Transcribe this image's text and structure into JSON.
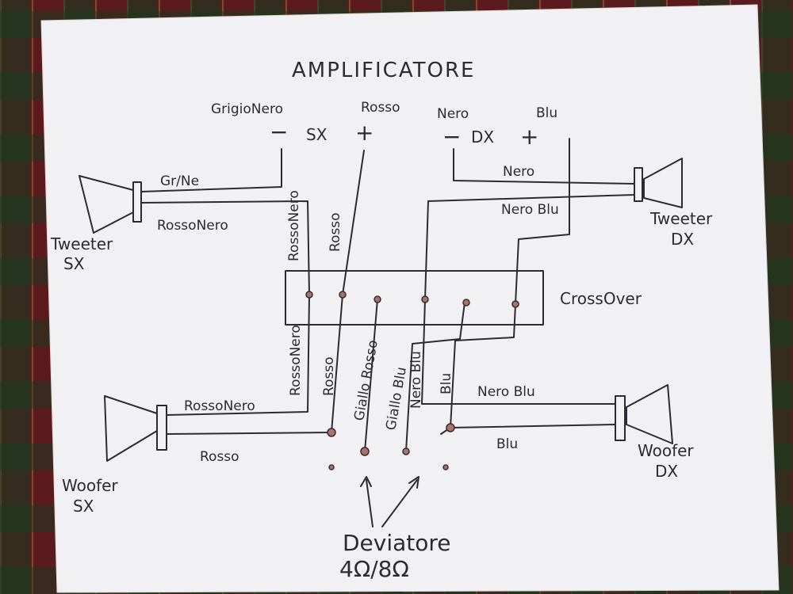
{
  "title": "AMPLIFICATORE",
  "amp_terminals": {
    "left_neg_label": "GrigioNero",
    "left_minus": "−",
    "left_channel": "SX",
    "left_plus": "+",
    "left_pos_label": "Rosso",
    "right_neg_label": "Nero",
    "right_minus": "−",
    "right_channel": "DX",
    "right_plus": "+",
    "right_pos_label": "Blu"
  },
  "speakers": {
    "tweeter_sx": [
      "Tweeter",
      "SX"
    ],
    "tweeter_dx": [
      "Tweeter",
      "DX"
    ],
    "woofer_sx": [
      "Woofer",
      "SX"
    ],
    "woofer_dx": [
      "Woofer",
      "DX"
    ]
  },
  "crossover_label": "CrossOver",
  "wire_labels": {
    "grne": "Gr/Ne",
    "rossonero_tw_sx": "RossoNero",
    "nero_tw_dx": "Nero",
    "nero_blu_tw_dx": "Nero Blu",
    "rossonero_v1": "RossoNero",
    "rosso_v1": "Rosso",
    "rossonero_v2": "RossoNero",
    "rosso_v2": "Rosso",
    "giallo_rosso": "Giallo Rosso",
    "giallo_blu": "Giallo Blu",
    "nero_blu_v": "Nero Blu",
    "blu_v": "Blu",
    "rossonero_wf_sx": "RossoNero",
    "rosso_wf_sx": "Rosso",
    "nero_blu_wf_dx": "Nero Blu",
    "blu_wf_dx": "Blu"
  },
  "deviatore": [
    "Deviatore",
    "4Ω/8Ω"
  ],
  "colors": {
    "ink": "#2b2b33",
    "paper": "#f1f1f3",
    "dot": "#a8736a"
  }
}
